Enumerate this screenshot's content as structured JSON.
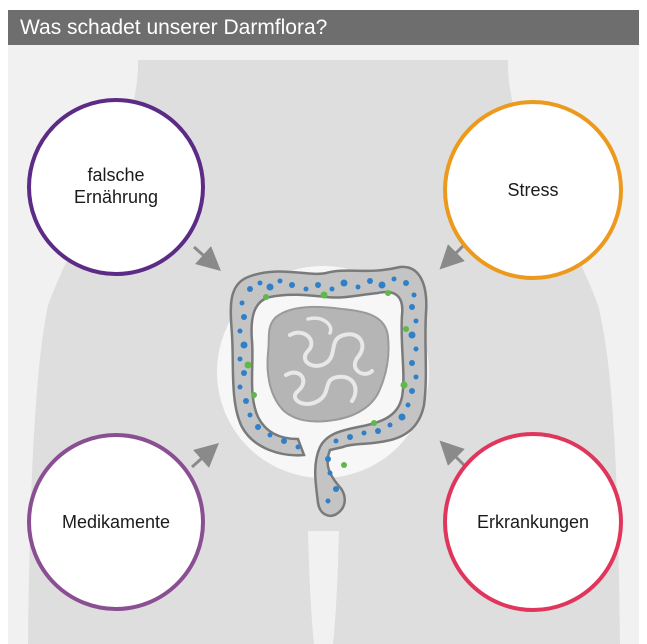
{
  "title": "Was schadet unserer Darmflora?",
  "factors": {
    "top_left": {
      "label_line1": "falsche",
      "label_line2": "Ernährung",
      "color": "#5b2b86"
    },
    "top_right": {
      "label": "Stress",
      "color": "#ec9a1e"
    },
    "bottom_left": {
      "label": "Medikamente",
      "color": "#8a4e92"
    },
    "bottom_right": {
      "label": "Erkrankungen",
      "color": "#e0365c"
    }
  },
  "colors": {
    "header_bg": "#6e6e6e",
    "background": "#f1f1f1",
    "silhouette": "#dedede",
    "center_circle": "#f6f6f6",
    "intestine": "#b9b9b9",
    "bacteria_blue": "#2f80c8",
    "bacteria_green": "#5fb84a",
    "arrow": "#8a8a8a"
  },
  "icons": [
    "intestine-icon",
    "bacteria-dots",
    "arrow-icon"
  ]
}
